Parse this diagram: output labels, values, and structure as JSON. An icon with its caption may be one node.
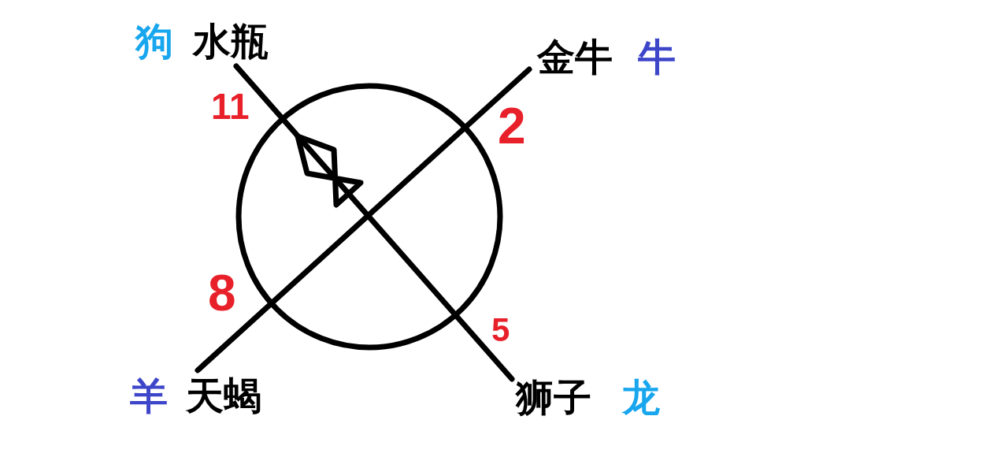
{
  "diagram": {
    "labels": [
      "狗",
      "水瓶",
      "金牛",
      "牛",
      "11",
      "2",
      "8",
      "5",
      "羊",
      "天蝎",
      "狮子",
      "龙"
    ]
  }
}
